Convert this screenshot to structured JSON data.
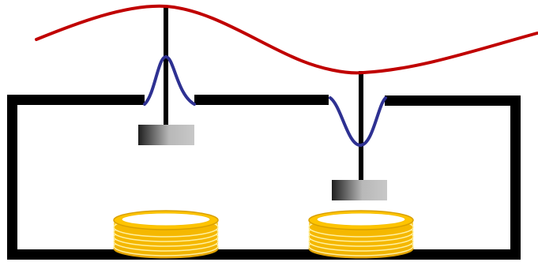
{
  "colors": {
    "background": "#ffffff",
    "frame": "#000000",
    "top_wave": "#c00000",
    "local_wave": "#2e3192",
    "magnet_dark": "#1e1e1e",
    "magnet_light": "#c8c8c8",
    "coil_gold": "#f5b800",
    "coil_highlight": "#fff0a0",
    "coil_edge": "#d9a000"
  },
  "components": [
    "top-wave",
    "circuit-frame",
    "left-rod",
    "right-rod",
    "left-local-wave",
    "right-local-wave",
    "left-magnet",
    "right-magnet",
    "left-coil",
    "right-coil"
  ]
}
